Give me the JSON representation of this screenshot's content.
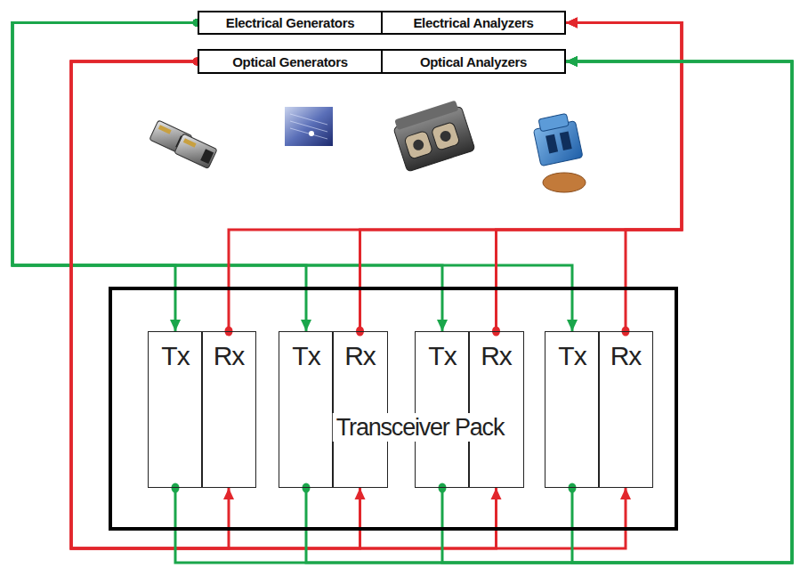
{
  "diagram": {
    "nodes": [
      {
        "text": [
          "Electrical Generators"
        ]
      },
      {
        "text": [
          "Electrical Analyzers"
        ]
      },
      {
        "text": [
          "Optical Generators"
        ]
      },
      {
        "text": [
          "Optical Analyzers"
        ]
      },
      {
        "text": [
          "Transceiver Pack"
        ]
      },
      {
        "text": [
          "Tx"
        ],
        "in": 4
      },
      {
        "text": [
          "Rx"
        ],
        "in": 4
      },
      {
        "text": [
          "Tx"
        ],
        "in": 4
      },
      {
        "text": [
          "Rx"
        ],
        "in": 4
      },
      {
        "text": [
          "Tx"
        ],
        "in": 4
      },
      {
        "text": [
          "Rx"
        ],
        "in": 4
      },
      {
        "text": [
          "Tx"
        ],
        "in": 4
      },
      {
        "text": [
          "Rx"
        ],
        "in": 4
      }
    ],
    "edges": [
      {
        "from": 0,
        "to": 5,
        "arrow": "to"
      },
      {
        "from": 0,
        "to": 7,
        "arrow": "to"
      },
      {
        "from": 0,
        "to": 9,
        "arrow": "to"
      },
      {
        "from": 0,
        "to": 11,
        "arrow": "to"
      },
      {
        "from": 6,
        "to": 1,
        "arrow": "to"
      },
      {
        "from": 8,
        "to": 1,
        "arrow": "to"
      },
      {
        "from": 10,
        "to": 1,
        "arrow": "to"
      },
      {
        "from": 12,
        "to": 1,
        "arrow": "to"
      },
      {
        "from": 2,
        "to": 6,
        "arrow": "to"
      },
      {
        "from": 2,
        "to": 8,
        "arrow": "to"
      },
      {
        "from": 2,
        "to": 10,
        "arrow": "to"
      },
      {
        "from": 2,
        "to": 12,
        "arrow": "to"
      },
      {
        "from": 5,
        "to": 3,
        "arrow": "to"
      },
      {
        "from": 7,
        "to": 3,
        "arrow": "to"
      },
      {
        "from": 9,
        "to": 3,
        "arrow": "to"
      },
      {
        "from": 11,
        "to": 3,
        "arrow": "to"
      }
    ]
  }
}
